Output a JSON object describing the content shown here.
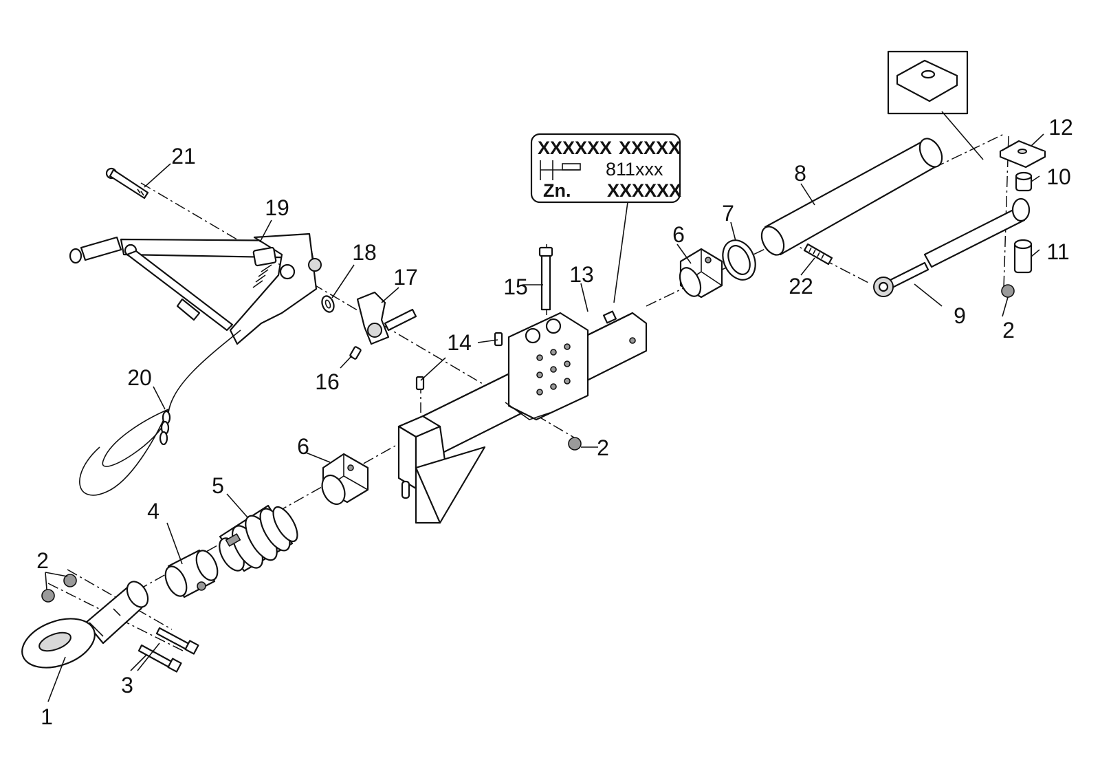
{
  "diagram": {
    "callouts": [
      {
        "id": "c1",
        "text": "1"
      },
      {
        "id": "c2a",
        "text": "2"
      },
      {
        "id": "c2b",
        "text": "2"
      },
      {
        "id": "c2c",
        "text": "2"
      },
      {
        "id": "c3",
        "text": "3"
      },
      {
        "id": "c4",
        "text": "4"
      },
      {
        "id": "c5",
        "text": "5"
      },
      {
        "id": "c6a",
        "text": "6"
      },
      {
        "id": "c6b",
        "text": "6"
      },
      {
        "id": "c7",
        "text": "7"
      },
      {
        "id": "c8",
        "text": "8"
      },
      {
        "id": "c9",
        "text": "9"
      },
      {
        "id": "c10",
        "text": "10"
      },
      {
        "id": "c11",
        "text": "11"
      },
      {
        "id": "c12",
        "text": "12"
      },
      {
        "id": "c13",
        "text": "13"
      },
      {
        "id": "c14",
        "text": "14"
      },
      {
        "id": "c15",
        "text": "15"
      },
      {
        "id": "c16",
        "text": "16"
      },
      {
        "id": "c17",
        "text": "17"
      },
      {
        "id": "c18",
        "text": "18"
      },
      {
        "id": "c19",
        "text": "19"
      },
      {
        "id": "c20",
        "text": "20"
      },
      {
        "id": "c21",
        "text": "21"
      },
      {
        "id": "c22",
        "text": "22"
      }
    ],
    "type_plate": {
      "row1_left": "XXXXXX",
      "row1_right": "XXXXX",
      "row2_right": "811xxx",
      "row3_left": "Zn.",
      "row3_right": "XXXXXX"
    }
  }
}
